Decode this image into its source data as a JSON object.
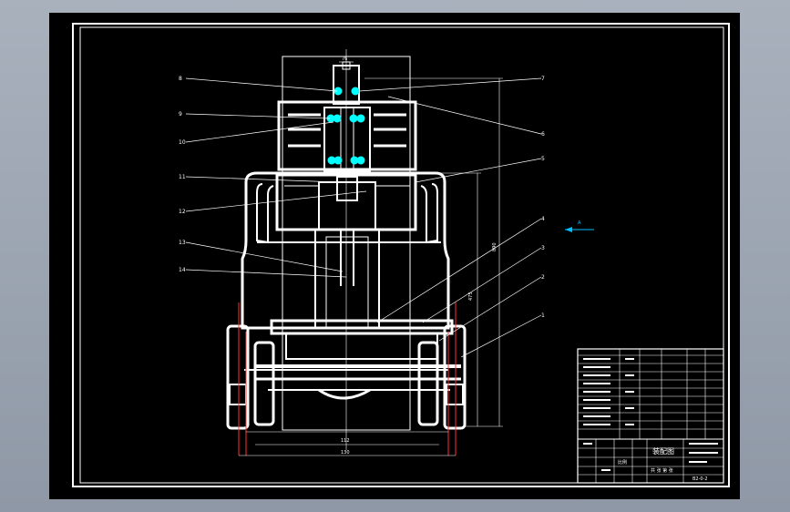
{
  "drawing": {
    "part_labels_left": [
      "8",
      "9",
      "10",
      "11",
      "12",
      "13",
      "14"
    ],
    "part_labels_right": [
      "7",
      "6",
      "5",
      "4",
      "3",
      "2",
      "1"
    ],
    "view_marker": "A",
    "dims": {
      "top": "76",
      "bottom1": "112",
      "bottom2": "130",
      "side1": "475",
      "side2": "890"
    }
  },
  "title_block": {
    "drawing_title": "装配图",
    "drawing_number": "B2-0-2",
    "scale_label": "比例",
    "sheet_label": "共 张 第 张"
  },
  "colors": {
    "lines": "#ffffff",
    "bearings": "#00ffff",
    "dim_lines": "#ff3030",
    "marker": "#00c0ff"
  }
}
